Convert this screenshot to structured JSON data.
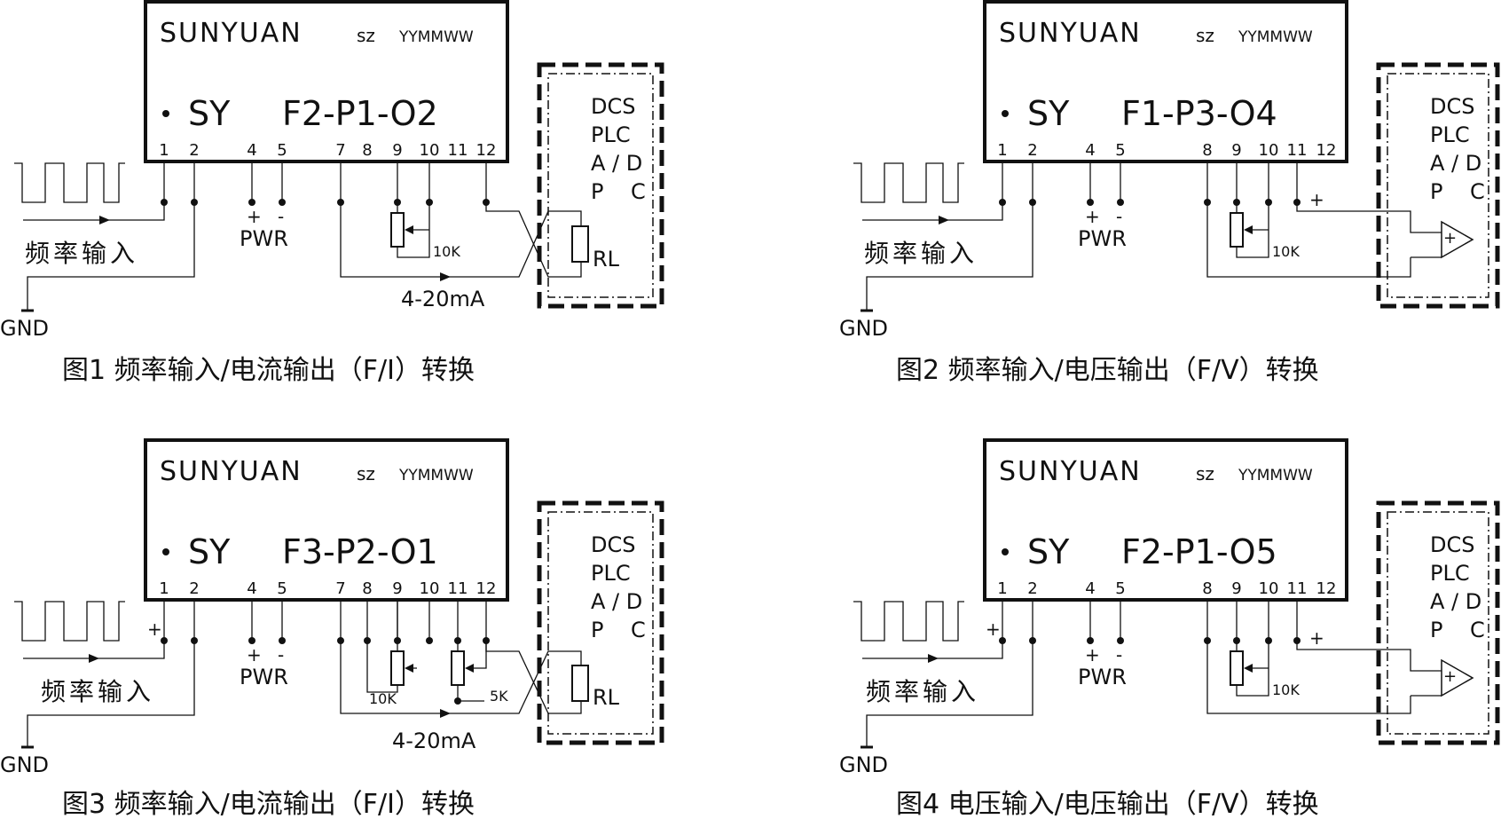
{
  "diagrams": [
    {
      "brand": "SUNYUAN",
      "brand_suffix": "sz",
      "datecode": "YYMMWW",
      "model_prefix": "SY",
      "model": "F2-P1-O2",
      "pins": [
        "1",
        "2",
        "4",
        "5",
        "7",
        "8",
        "9",
        "10",
        "11",
        "12"
      ],
      "input_label": "频率输入",
      "gnd_label": "GND",
      "pwr_label": "PWR",
      "plus": "+",
      "minus": "-",
      "pot_label": "10K",
      "load_label": "RL",
      "current_label": "4-20mA",
      "dcs_lines": [
        "DCS",
        "PLC",
        "A / D",
        "P    C"
      ],
      "caption": "图1 频率输入/电流输出（F/I）转换"
    },
    {
      "brand": "SUNYUAN",
      "brand_suffix": "sz",
      "datecode": "YYMMWW",
      "model_prefix": "SY",
      "model": "F1-P3-O4",
      "pins": [
        "1",
        "2",
        "4",
        "5",
        "8",
        "9",
        "10",
        "11",
        "12"
      ],
      "input_label": "频率输入",
      "gnd_label": "GND",
      "pwr_label": "PWR",
      "plus": "+",
      "minus": "-",
      "pot_label": "10K",
      "out_plus": "+",
      "dcs_lines": [
        "DCS",
        "PLC",
        "A / D",
        "P    C"
      ],
      "caption": "图2 频率输入/电压输出（F/V）转换"
    },
    {
      "brand": "SUNYUAN",
      "brand_suffix": "sz",
      "datecode": "YYMMWW",
      "model_prefix": "SY",
      "model": "F3-P2-O1",
      "pins": [
        "1",
        "2",
        "4",
        "5",
        "7",
        "8",
        "9",
        "10",
        "11",
        "12"
      ],
      "input_label": "频率输入",
      "gnd_label": "GND",
      "pwr_label": "PWR",
      "plus": "+",
      "minus": "-",
      "in_plus": "+",
      "pot_label": "10K",
      "pot2_label": "5K",
      "load_label": "RL",
      "current_label": "4-20mA",
      "dcs_lines": [
        "DCS",
        "PLC",
        "A / D",
        "P    C"
      ],
      "caption": "图3 频率输入/电流输出（F/I）转换"
    },
    {
      "brand": "SUNYUAN",
      "brand_suffix": "sz",
      "datecode": "YYMMWW",
      "model_prefix": "SY",
      "model": "F2-P1-O5",
      "pins": [
        "1",
        "2",
        "4",
        "5",
        "8",
        "9",
        "10",
        "11",
        "12"
      ],
      "input_label": "频率输入",
      "gnd_label": "GND",
      "pwr_label": "PWR",
      "plus": "+",
      "minus": "-",
      "in_plus": "+",
      "pot_label": "10K",
      "out_plus": "+",
      "dcs_lines": [
        "DCS",
        "PLC",
        "A / D",
        "P    C"
      ],
      "caption": "图4 电压输入/电压输出（F/V）转换"
    }
  ]
}
